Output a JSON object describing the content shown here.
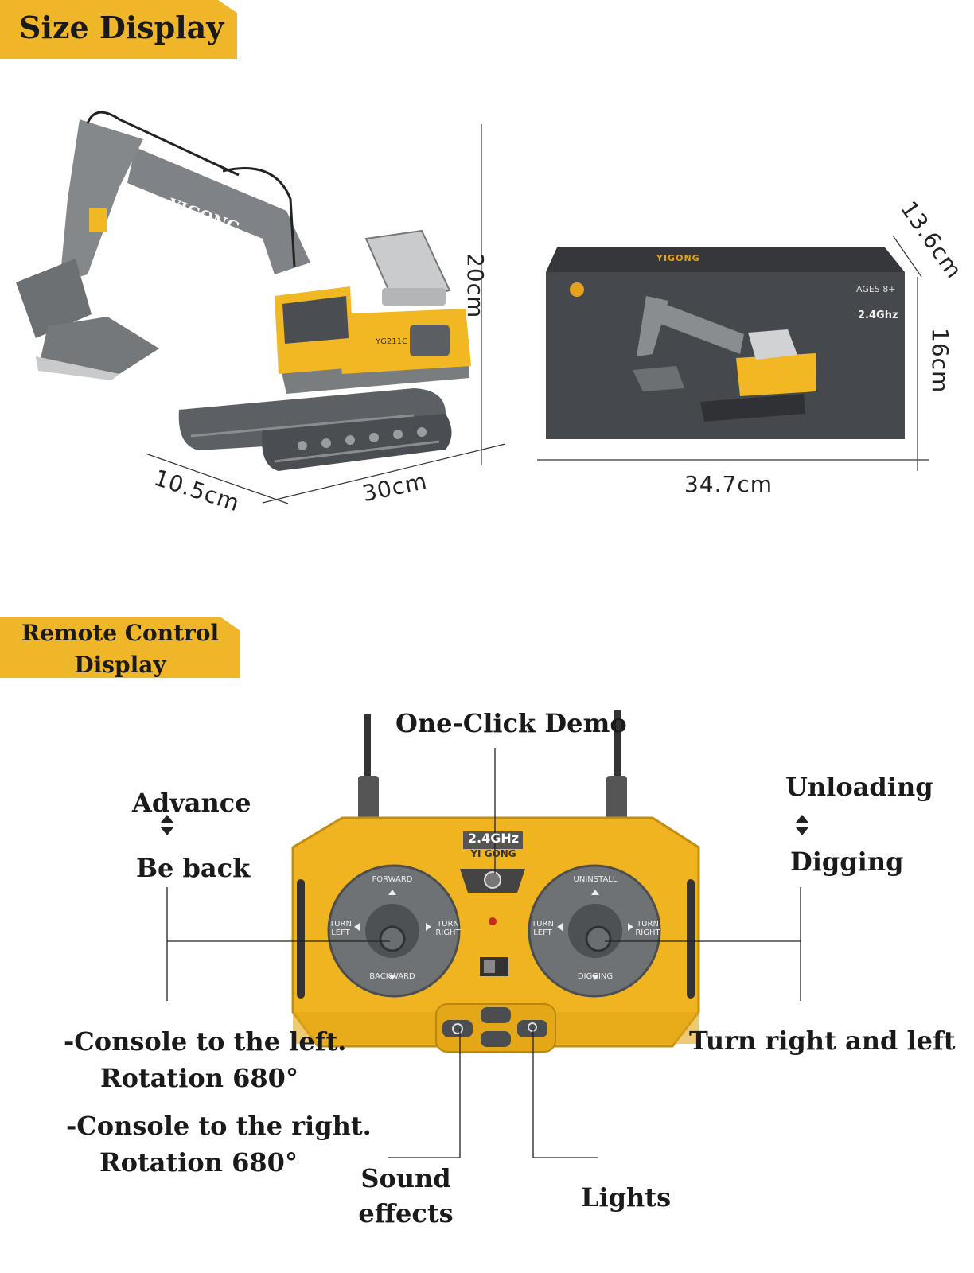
{
  "size_section": {
    "heading": "Size Display",
    "dims": {
      "height": "20cm",
      "depth": "10.5cm",
      "length": "30cm",
      "box_depth": "13.6cm",
      "box_height": "16cm",
      "box_length": "34.7cm"
    },
    "excavator": {
      "brand": "YIGONG",
      "model": "YG211C"
    },
    "box": {
      "brand": "YIGONG",
      "ages": "AGES 8+",
      "freq": "2.4Ghz"
    }
  },
  "remote_section": {
    "heading_line1": "Remote Control",
    "heading_line2": "Display",
    "labels": {
      "one_click": "One-Click Demo",
      "advance": "Advance",
      "be_back": "Be back",
      "unloading": "Unloading",
      "digging": "Digging",
      "console_left_1": "-Console to the left.",
      "console_left_2": "Rotation 680°",
      "console_right_1": "-Console to the right.",
      "console_right_2": "Rotation 680°",
      "turn": "Turn right and left",
      "sound_1": "Sound",
      "sound_2": "effects",
      "lights": "Lights"
    },
    "remote": {
      "band": "2.4GHz",
      "brand": "YI GONG",
      "left_forward": "FORWARD",
      "left_backward": "BACKWARD",
      "left_turn_left": "TURN LEFT",
      "left_turn_right": "TURN RIGHT",
      "right_top": "UNINSTALL",
      "right_bottom": "DIGGING",
      "right_turn_left": "TURN LEFT",
      "right_turn_right": "TURN RIGHT"
    }
  },
  "colors": {
    "accent": "#f0b62a",
    "box": "#45484d",
    "body_gray": "#7a7d80"
  }
}
